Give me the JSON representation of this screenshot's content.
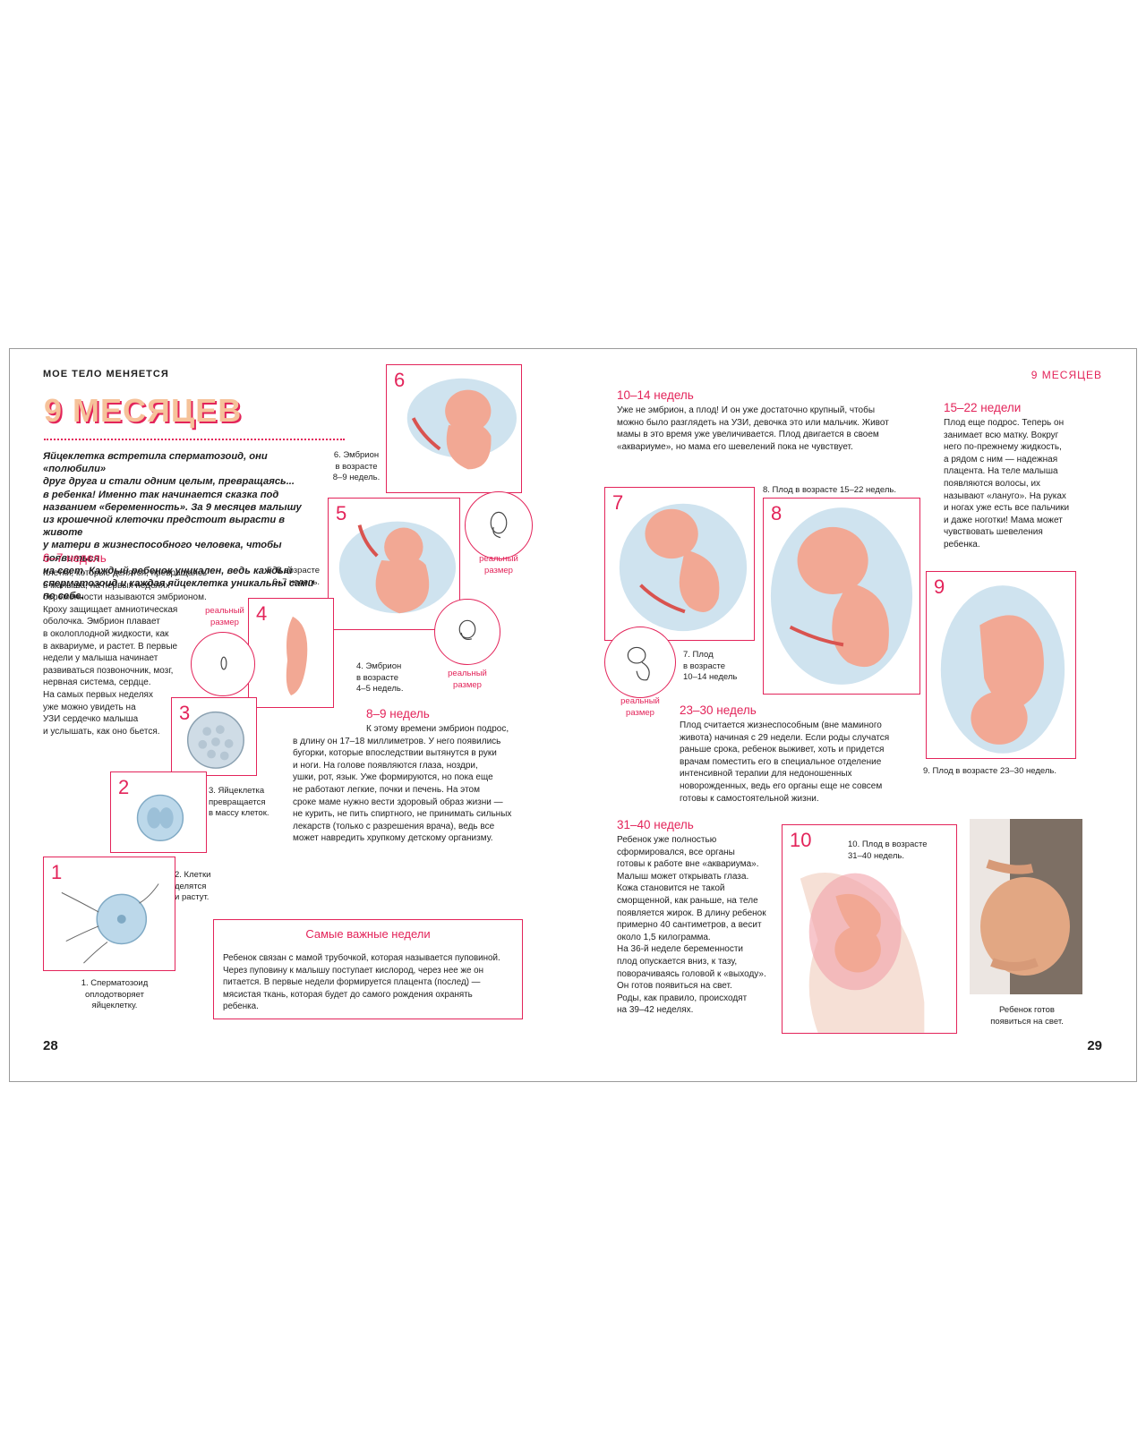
{
  "header": {
    "left": "МОЕ ТЕЛО МЕНЯЕТСЯ",
    "right": "9 МЕСЯЦЕВ"
  },
  "title": "9 МЕСЯЦЕВ",
  "intro": [
    "Яйцеклетка встретила сперматозоид, они «полюбили»",
    "друг друга и стали одним целым, превращаясь...",
    "в ребенка! Именно так начинается сказка под",
    "названием «беременность». За 9 месяцев малышу",
    "из крошечной клеточки предстоит вырасти в животе",
    "у матери в жизнеспособного человека, чтобы появиться",
    "на свет. Каждый ребенок уникален, ведь каждый",
    "сперматозоид и каждая яйцеклетка уникальны сами",
    "по себе."
  ],
  "sections": {
    "w6_7": {
      "heading": "6–7 недель",
      "lines": [
        "Клетки, которые делятся, превращаясь",
        "в малыша, на первых неделях",
        "беременности называются эмбрионом.",
        "Кроху защищает амниотическая",
        "оболочка. Эмбрион плавает",
        "в околоплодной жидкости, как",
        "в аквариуме, и растет. В первые",
        "недели у малыша начинает",
        "развиваться позвоночник, мозг,",
        "нервная система, сердце.",
        "На самых первых неделях",
        "уже можно увидеть на",
        "УЗИ сердечко малыша",
        "и услышать, как оно бьется."
      ]
    },
    "w8_9": {
      "heading": "8–9 недель",
      "lines": [
        "К этому времени эмбрион подрос,",
        "в длину он 17–18 миллиметров. У него появились",
        "бугорки, которые впоследствии вытянутся в руки",
        "и ноги. На голове появляются глаза, ноздри,",
        "ушки, рот, язык. Уже формируются, но пока еще",
        "не работают легкие, почки и печень. На этом",
        "сроке маме нужно вести здоровый образ жизни —",
        "не курить, не пить спиртного, не принимать сильных",
        "лекарств (только с разрешения врача), ведь все",
        "может навредить хрупкому детскому организму."
      ]
    },
    "w10_14": {
      "heading": "10–14 недель",
      "lines": [
        "Уже не эмбрион, а плод! И он уже достаточно крупный, чтобы",
        "можно было разглядеть на УЗИ, девочка это или мальчик. Живот",
        "мамы в это время уже увеличивается. Плод двигается в своем",
        "«аквариуме», но мама его шевелений пока не чувствует."
      ]
    },
    "w15_22": {
      "heading": "15–22 недели",
      "lines": [
        "Плод еще подрос. Теперь он",
        "занимает всю матку. Вокруг",
        "него по-прежнему жидкость,",
        "а рядом с ним — надежная",
        "плацента. На теле малыша",
        "появляются волосы, их",
        "называют «лануго». На руках",
        "и ногах уже есть все пальчики",
        "и даже ноготки! Мама может",
        "чувствовать шевеления",
        "ребенка."
      ]
    },
    "w23_30": {
      "heading": "23–30 недель",
      "lines": [
        "Плод считается жизнеспособным (вне маминого",
        "живота) начиная с 29 недели. Если роды случатся",
        "раньше срока, ребенок выживет, хоть и придется",
        "врачам поместить его в специальное отделение",
        "интенсивной терапии для недоношенных",
        "новорожденных, ведь его органы еще не совсем",
        "готовы к самостоятельной жизни."
      ]
    },
    "w31_40": {
      "heading": "31–40 недель",
      "lines": [
        "Ребенок уже полностью",
        "сформировался, все органы",
        "готовы к работе вне «аквариума».",
        "Малыш может открывать глаза.",
        "Кожа становится не такой",
        "сморщенной, как раньше, на теле",
        "появляется жирок. В длину ребенок",
        "примерно 40 сантиметров, а весит",
        "около 1,5 килограмма.",
        "На 36-й неделе беременности",
        "плод опускается вниз, к тазу,",
        "поворачиваясь головой к «выходу».",
        "Он готов появиться на свет.",
        "Роды, как правило, происходят",
        "на 39–42 неделях."
      ]
    }
  },
  "figures": {
    "f1": {
      "num": "1",
      "caption": [
        "1. Сперматозоид",
        "оплодотворяет",
        "яйцеклетку."
      ]
    },
    "f2": {
      "num": "2",
      "caption": [
        "2. Клетки",
        "делятся",
        "и растут."
      ]
    },
    "f3": {
      "num": "3",
      "caption": [
        "3. Яйцеклетка",
        "превращается",
        "в массу клеток."
      ]
    },
    "f4": {
      "num": "4",
      "caption": [
        "4. Эмбрион",
        "в возрасте",
        "4–5 недель."
      ]
    },
    "f5": {
      "num": "5",
      "caption": [
        "5. В возрасте",
        "6–7 недель."
      ]
    },
    "f6": {
      "num": "6",
      "caption": [
        "6. Эмбрион",
        "в возрасте",
        "8–9 недель."
      ]
    },
    "f7": {
      "num": "7",
      "caption": [
        "7. Плод",
        "в возрасте",
        "10–14 недель"
      ]
    },
    "f8": {
      "num": "8",
      "caption": [
        "8. Плод в возрасте 15–22 недель."
      ]
    },
    "f9": {
      "num": "9",
      "caption": [
        "9. Плод в возрасте 23–30 недель."
      ]
    },
    "f10": {
      "num": "10",
      "caption": [
        "10. Плод в возрасте",
        "31–40 недель."
      ]
    },
    "photo": {
      "caption": [
        "Ребенок готов",
        "появиться на свет."
      ]
    }
  },
  "real_size": [
    "реальный",
    "размер"
  ],
  "box": {
    "title": "Самые важные недели",
    "lines": [
      "Ребенок связан с мамой трубочкой, которая называется пуповиной.",
      "Через пуповину к малышу поступает кислород, через нее же он",
      "питается. В первые недели формируется плацента (послед) —",
      "мясистая ткань, которая будет до самого рождения охранять",
      "ребенка."
    ]
  },
  "page_numbers": {
    "left": "28",
    "right": "29"
  },
  "colors": {
    "accent": "#e3245a",
    "title_fill": "#f6c29a",
    "embryo": "#f2a894",
    "water": "#bcd8ea"
  }
}
